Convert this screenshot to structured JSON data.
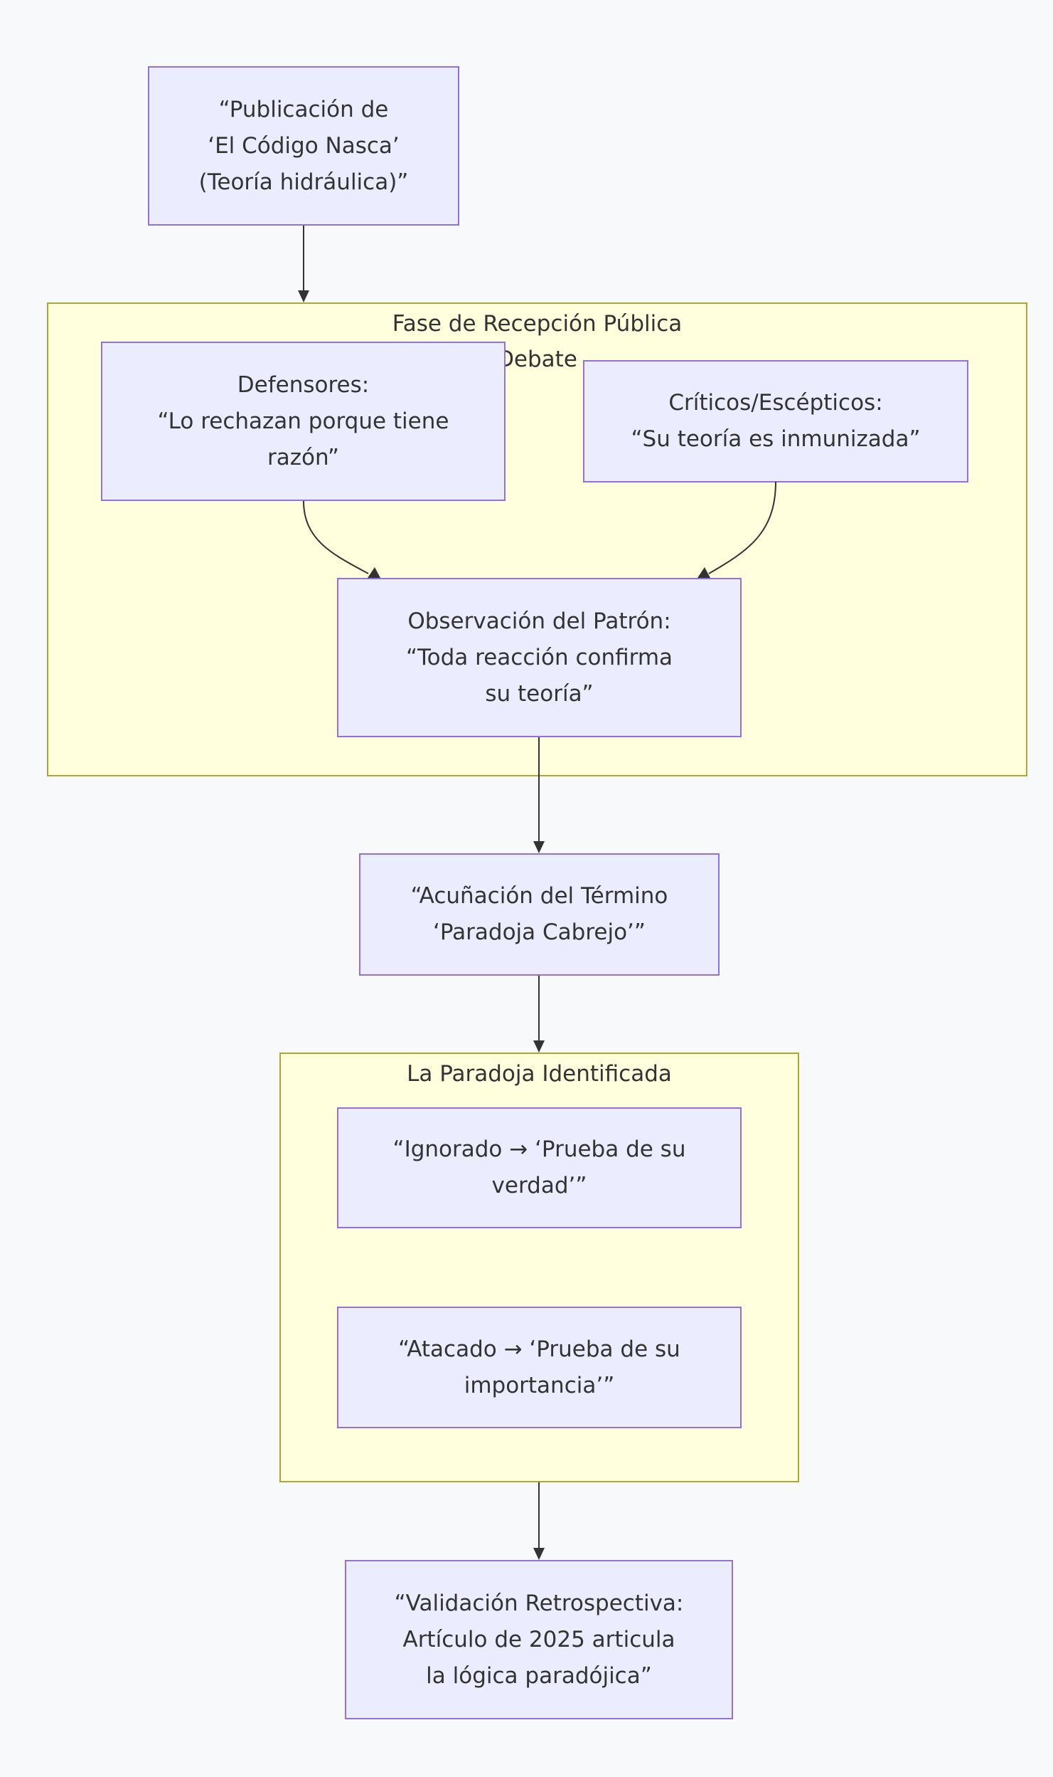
{
  "diagram": {
    "type": "flowchart",
    "direction": "top-down",
    "colors": {
      "background": "#f8f9fa",
      "node_fill": "#ececff",
      "node_stroke": "#9370db",
      "cluster_fill": "#ffffde",
      "cluster_stroke": "#aaaa33",
      "text": "#333333",
      "edge": "#333333"
    },
    "nodes": {
      "publicacion": {
        "label": "“Publicación de\n‘El Código Nasca’\n(Teoría hidráulica)”"
      },
      "defensores": {
        "label": "Defensores:\n“Lo rechazan porque tiene\nrazón”"
      },
      "criticos": {
        "label": "Críticos/Escépticos:\n“Su teoría es inmunizada”"
      },
      "observacion": {
        "label": "Observación del Patrón:\n“Toda reacción confirma\nsu teoría”"
      },
      "acunacion": {
        "label": "“Acuñación del Término\n‘Paradoja Cabrejo’”"
      },
      "ignorado": {
        "label": "“Ignorado → ‘Prueba de su\nverdad’”"
      },
      "atacado": {
        "label": "“Atacado → ‘Prueba de su\nimportancia’”"
      },
      "validacion": {
        "label": "“Validación Retrospectiva:\nArtículo de 2025 articula\nla lógica paradójica”"
      }
    },
    "clusters": {
      "recepcion": {
        "title": "Fase de Recepción Pública\nDebate"
      },
      "paradoja": {
        "title": "La Paradoja Identificada"
      }
    },
    "edges": [
      {
        "from": "publicacion",
        "to": "recepcion"
      },
      {
        "from": "defensores",
        "to": "observacion"
      },
      {
        "from": "criticos",
        "to": "observacion"
      },
      {
        "from": "observacion",
        "to": "acunacion"
      },
      {
        "from": "acunacion",
        "to": "paradoja"
      },
      {
        "from": "paradoja",
        "to": "validacion"
      }
    ]
  }
}
